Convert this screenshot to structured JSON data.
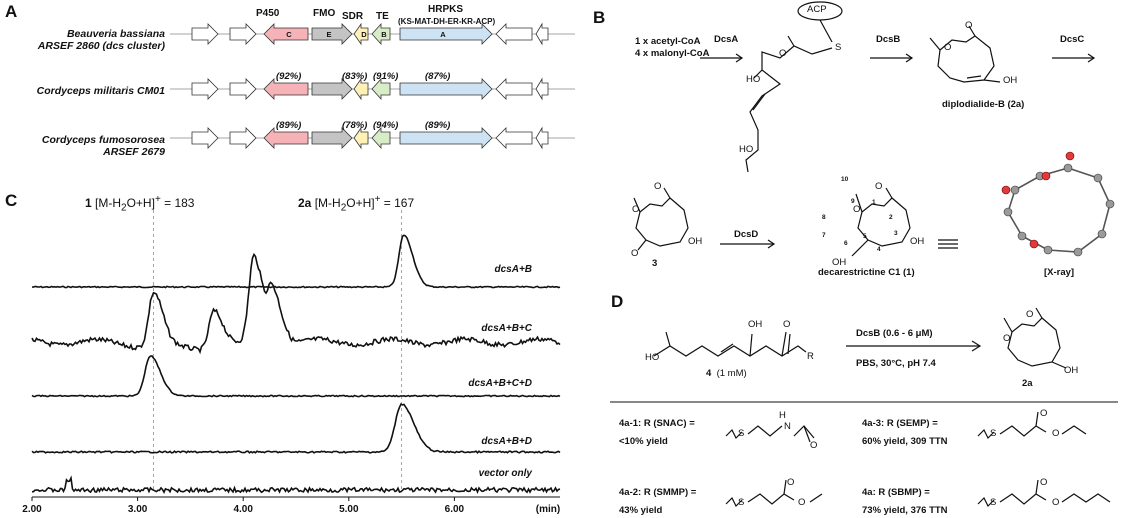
{
  "panels": {
    "a": "A",
    "b": "B",
    "c": "C",
    "d": "D"
  },
  "a": {
    "gene_labels": {
      "p450": "P450",
      "fmo": "FMO",
      "sdr": "SDR",
      "te": "TE",
      "hrpks": "HRPKS",
      "domains": "(KS-MAT-DH-ER-KR-ACP)"
    },
    "letters": {
      "c": "C",
      "e": "E",
      "d": "D",
      "b": "B",
      "a": "A"
    },
    "org1_line1": "Beauveria bassiana",
    "org1_line2": "ARSEF 2860 (dcs cluster)",
    "org2": "Cordyceps militaris CM01",
    "org3_line1": "Cordyceps fumosorosea",
    "org3_line2": "ARSEF 2679",
    "row2_pct": [
      "(92%)",
      "(83%)",
      "(91%)",
      "(87%)"
    ],
    "row3_pct": [
      "(89%)",
      "(78%)",
      "(94%)",
      "(89%)"
    ],
    "colors": {
      "C": "#f5b3b8",
      "E": "#c4c4c4",
      "D": "#fdf1b8",
      "B": "#d8ecc8",
      "A": "#cde3f3"
    }
  },
  "b": {
    "substrates_1": "1 x acetyl-CoA",
    "substrates_2": "4 x malonyl-CoA",
    "enz1": "DcsA",
    "enz2": "DcsB",
    "enz3": "DcsC",
    "enz4": "DcsD",
    "acp": "ACP",
    "s": "S",
    "ho": "HO",
    "oh": "OH",
    "o": "O",
    "cmp2a": "diplodialide-B (2a)",
    "cmp3": "3",
    "cmp1": "decarestrictine C1 (1)",
    "xray": "[X-ray]",
    "nums": [
      "10",
      "9",
      "1",
      "8",
      "2",
      "7",
      "6",
      "5",
      "4",
      "3"
    ]
  },
  "c": {
    "peak1_label_bold": "1",
    "peak1_label_rest": "[M-H",
    "peak1_label_sub": "2",
    "peak1_label_tail": "O+H]",
    "peak1_sup": "+",
    "peak1_value": " = 183",
    "peak2_label_bold": "2a",
    "peak2_value": " = 167",
    "axis_unit": "(min)",
    "traces": [
      "dcsA+B",
      "dcsA+B+C",
      "dcsA+B+C+D",
      "dcsA+B+D",
      "vector only"
    ]
  },
  "chart_data": {
    "type": "line",
    "title": "",
    "xlabel": "(min)",
    "ylabel": "",
    "xlim": [
      2.0,
      7.0
    ],
    "x_ticks": [
      "2.00",
      "3.00",
      "4.00",
      "5.00",
      "6.00",
      "(min)"
    ],
    "reference_lines": [
      3.15,
      5.5
    ],
    "series": [
      {
        "name": "dcsA+B",
        "peaks": [
          {
            "x": 5.52,
            "height": 1.0
          }
        ]
      },
      {
        "name": "dcsA+B+C",
        "peaks": [
          {
            "x": 3.15,
            "height": 0.62
          },
          {
            "x": 3.72,
            "height": 0.45
          },
          {
            "x": 4.1,
            "height": 1.0
          },
          {
            "x": 4.28,
            "height": 0.6
          }
        ]
      },
      {
        "name": "dcsA+B+C+D",
        "peaks": [
          {
            "x": 3.12,
            "height": 1.0
          }
        ]
      },
      {
        "name": "dcsA+B+D",
        "peaks": [
          {
            "x": 5.5,
            "height": 1.0
          }
        ]
      },
      {
        "name": "vector only",
        "peaks": []
      }
    ]
  },
  "d": {
    "enzyme": "DcsB (0.6 - 6 μM)",
    "conditions": "PBS, 30°C, pH 7.4",
    "substrate": "4",
    "substrate_conc": "(1 mM)",
    "product": "2a",
    "ho": "HO",
    "oh": "OH",
    "o": "O",
    "r": "R",
    "s": "S",
    "h": "H",
    "e1_line1": "4a-1: R (SNAC) =",
    "e1_line2": "<10% yield",
    "e2_line1": "4a-2: R (SMMP) =",
    "e2_line2": "43% yield",
    "e3_line1": "4a-3: R (SEMP) =",
    "e3_line2": "60% yield, 309 TTN",
    "e4_line1": "4a: R (SBMP) =",
    "e4_line2": "73% yield, 376 TTN"
  }
}
